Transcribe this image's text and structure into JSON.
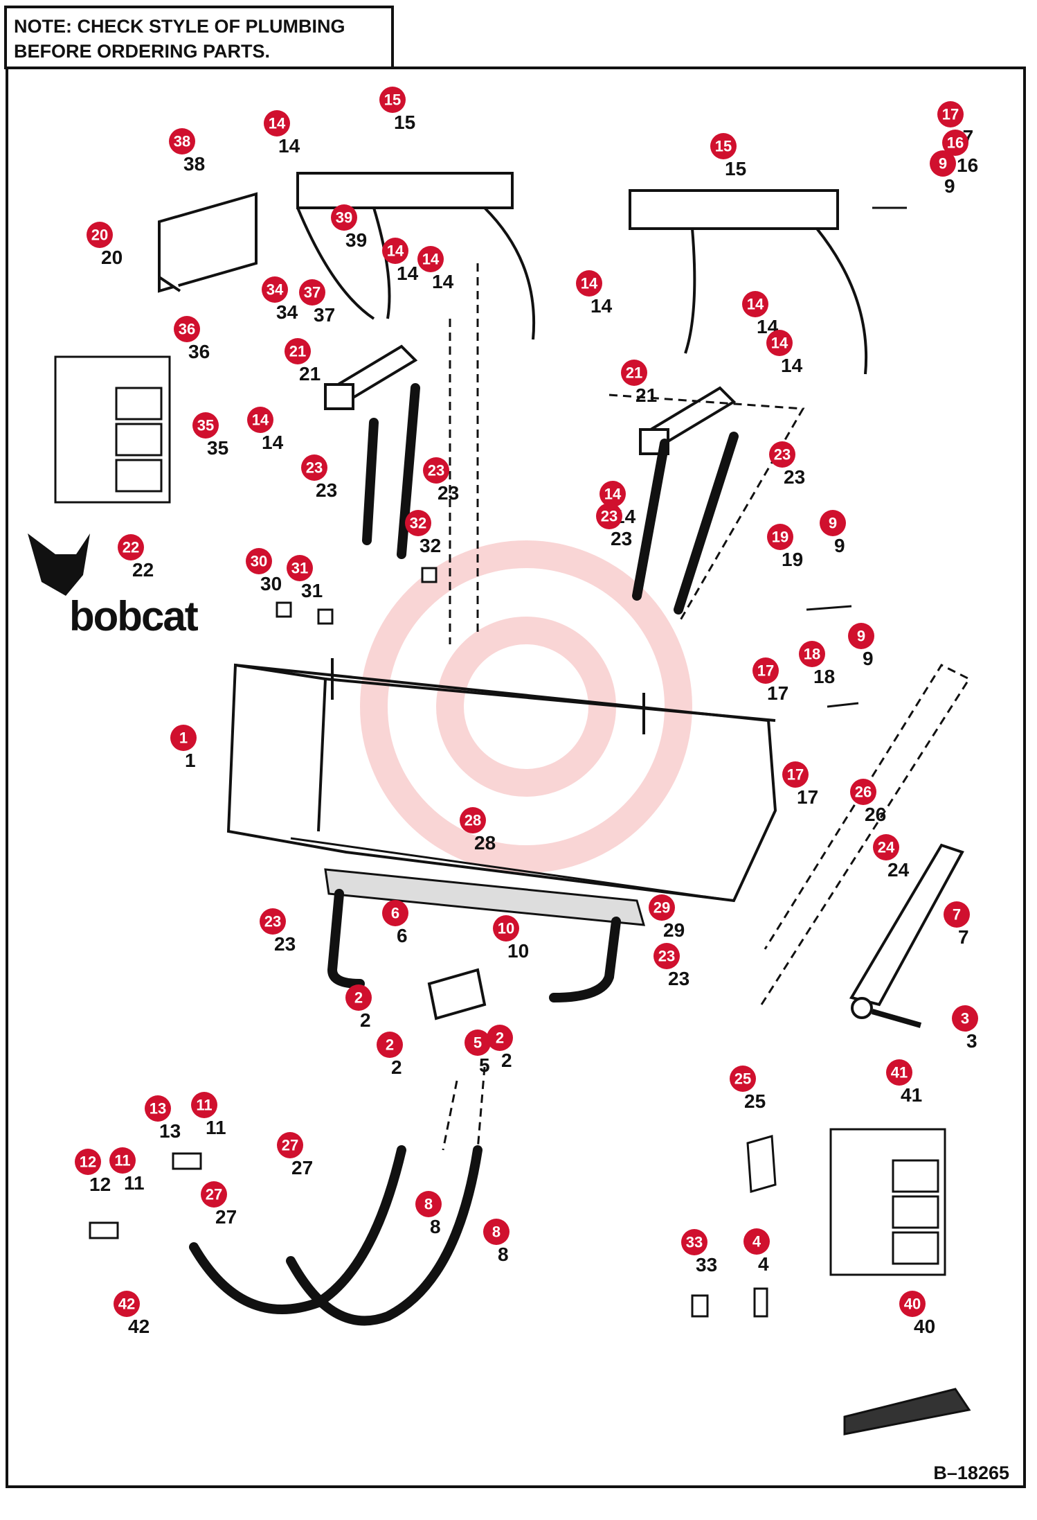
{
  "note": {
    "line1": "NOTE:   CHECK STYLE OF PLUMBING",
    "line2": "BEFORE ORDERING PARTS."
  },
  "brand": "bobcat",
  "reference": "B–18265",
  "colors": {
    "callout": "#d0102e",
    "line": "#111111",
    "watermark": "#f2b8b8"
  },
  "callouts": [
    {
      "id": "c1",
      "n": "1"
    },
    {
      "id": "c2a",
      "n": "2"
    },
    {
      "id": "c2b",
      "n": "2"
    },
    {
      "id": "c2c",
      "n": "2"
    },
    {
      "id": "c3",
      "n": "3"
    },
    {
      "id": "c4",
      "n": "4"
    },
    {
      "id": "c5",
      "n": "5"
    },
    {
      "id": "c6",
      "n": "6"
    },
    {
      "id": "c7",
      "n": "7"
    },
    {
      "id": "c8a",
      "n": "8"
    },
    {
      "id": "c8b",
      "n": "8"
    },
    {
      "id": "c9a",
      "n": "9"
    },
    {
      "id": "c9b",
      "n": "9"
    },
    {
      "id": "c9c",
      "n": "9"
    },
    {
      "id": "c10",
      "n": "10"
    },
    {
      "id": "c11a",
      "n": "11"
    },
    {
      "id": "c11b",
      "n": "11"
    },
    {
      "id": "c12",
      "n": "12"
    },
    {
      "id": "c13",
      "n": "13"
    },
    {
      "id": "c14a",
      "n": "14"
    },
    {
      "id": "c14b",
      "n": "14"
    },
    {
      "id": "c14c",
      "n": "14"
    },
    {
      "id": "c14d",
      "n": "14"
    },
    {
      "id": "c14e",
      "n": "14"
    },
    {
      "id": "c14f",
      "n": "14"
    },
    {
      "id": "c14g",
      "n": "14"
    },
    {
      "id": "c14h",
      "n": "14"
    },
    {
      "id": "c15a",
      "n": "15"
    },
    {
      "id": "c15b",
      "n": "15"
    },
    {
      "id": "c16",
      "n": "16"
    },
    {
      "id": "c17a",
      "n": "17"
    },
    {
      "id": "c17b",
      "n": "17"
    },
    {
      "id": "c17c",
      "n": "17"
    },
    {
      "id": "c18",
      "n": "18"
    },
    {
      "id": "c19",
      "n": "19"
    },
    {
      "id": "c20",
      "n": "20"
    },
    {
      "id": "c21a",
      "n": "21"
    },
    {
      "id": "c21b",
      "n": "21"
    },
    {
      "id": "c22",
      "n": "22"
    },
    {
      "id": "c23a",
      "n": "23"
    },
    {
      "id": "c23b",
      "n": "23"
    },
    {
      "id": "c23c",
      "n": "23"
    },
    {
      "id": "c23d",
      "n": "23"
    },
    {
      "id": "c23e",
      "n": "23"
    },
    {
      "id": "c23f",
      "n": "23"
    },
    {
      "id": "c24",
      "n": "24"
    },
    {
      "id": "c25",
      "n": "25"
    },
    {
      "id": "c26",
      "n": "26"
    },
    {
      "id": "c27a",
      "n": "27"
    },
    {
      "id": "c27b",
      "n": "27"
    },
    {
      "id": "c28",
      "n": "28"
    },
    {
      "id": "c29",
      "n": "29"
    },
    {
      "id": "c30",
      "n": "30"
    },
    {
      "id": "c31",
      "n": "31"
    },
    {
      "id": "c32",
      "n": "32"
    },
    {
      "id": "c33",
      "n": "33"
    },
    {
      "id": "c34",
      "n": "34"
    },
    {
      "id": "c35",
      "n": "35"
    },
    {
      "id": "c36",
      "n": "36"
    },
    {
      "id": "c37",
      "n": "37"
    },
    {
      "id": "c38",
      "n": "38"
    },
    {
      "id": "c39",
      "n": "39"
    },
    {
      "id": "c40",
      "n": "40"
    },
    {
      "id": "c41",
      "n": "41"
    },
    {
      "id": "c42",
      "n": "42"
    }
  ]
}
